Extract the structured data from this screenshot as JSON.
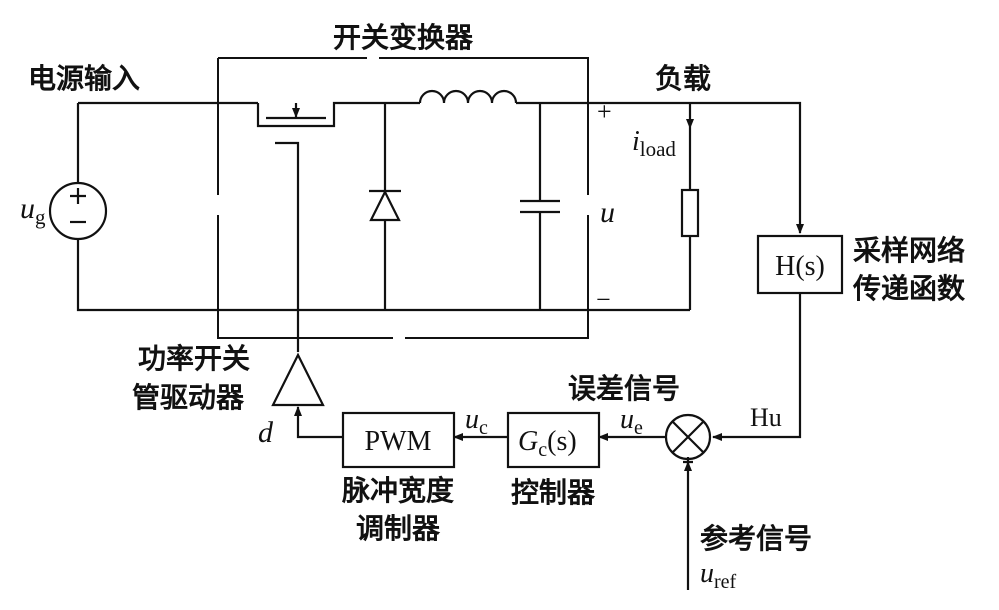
{
  "title": "开关变换器",
  "input_label": "电源输入",
  "load_label": "负载",
  "source_symbol": {
    "main": "u",
    "sub": "g"
  },
  "load_current": {
    "main": "i",
    "sub": "load"
  },
  "output_voltage": "u",
  "plus_sign": "+",
  "minus_sign": "−",
  "sensor_block": "H(s)",
  "sensor_caption": [
    "采样网络",
    "传递函数"
  ],
  "feedback_signal": "Hu",
  "error_label": "误差信号",
  "error_signal": {
    "main": "u",
    "sub": "e"
  },
  "controller_block": {
    "main": "G",
    "sub": "c",
    "tail": "(s)"
  },
  "controller_caption": "控制器",
  "control_signal": {
    "main": "u",
    "sub": "c"
  },
  "pwm_block": "PWM",
  "pwm_caption": [
    "脉冲宽度",
    "调制器"
  ],
  "duty_signal": "d",
  "driver_caption": [
    "功率开关",
    "管驱动器"
  ],
  "reference_label": "参考信号",
  "reference_signal": {
    "main": "u",
    "sub": "ref"
  }
}
